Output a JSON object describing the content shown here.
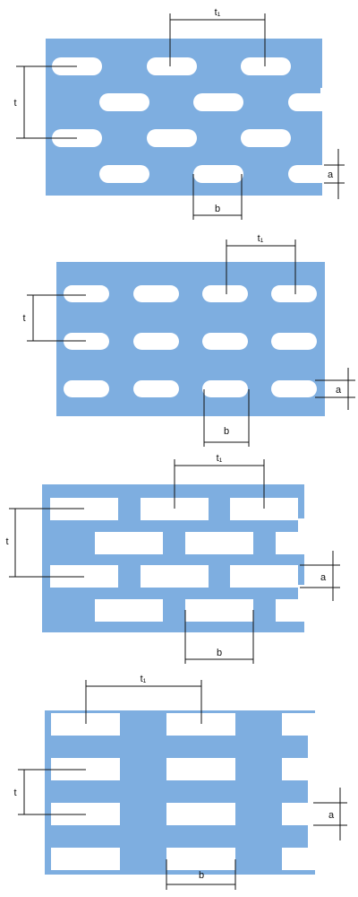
{
  "colors": {
    "plate": "#7eaee0",
    "hole": "#ffffff",
    "line": "#111111"
  },
  "diagrams": [
    {
      "id": "staggered-slots",
      "labels": {
        "t1": "t₁",
        "t": "t",
        "b": "b",
        "a": "a"
      }
    },
    {
      "id": "straight-slots",
      "labels": {
        "t1": "t₁",
        "t": "t",
        "b": "b",
        "a": "a"
      }
    },
    {
      "id": "staggered-rects",
      "labels": {
        "t1": "t₁",
        "t": "t",
        "b": "b",
        "a": "a"
      }
    },
    {
      "id": "straight-rects",
      "labels": {
        "t1": "t₁",
        "t": "t",
        "b": "b",
        "a": "a"
      }
    }
  ]
}
